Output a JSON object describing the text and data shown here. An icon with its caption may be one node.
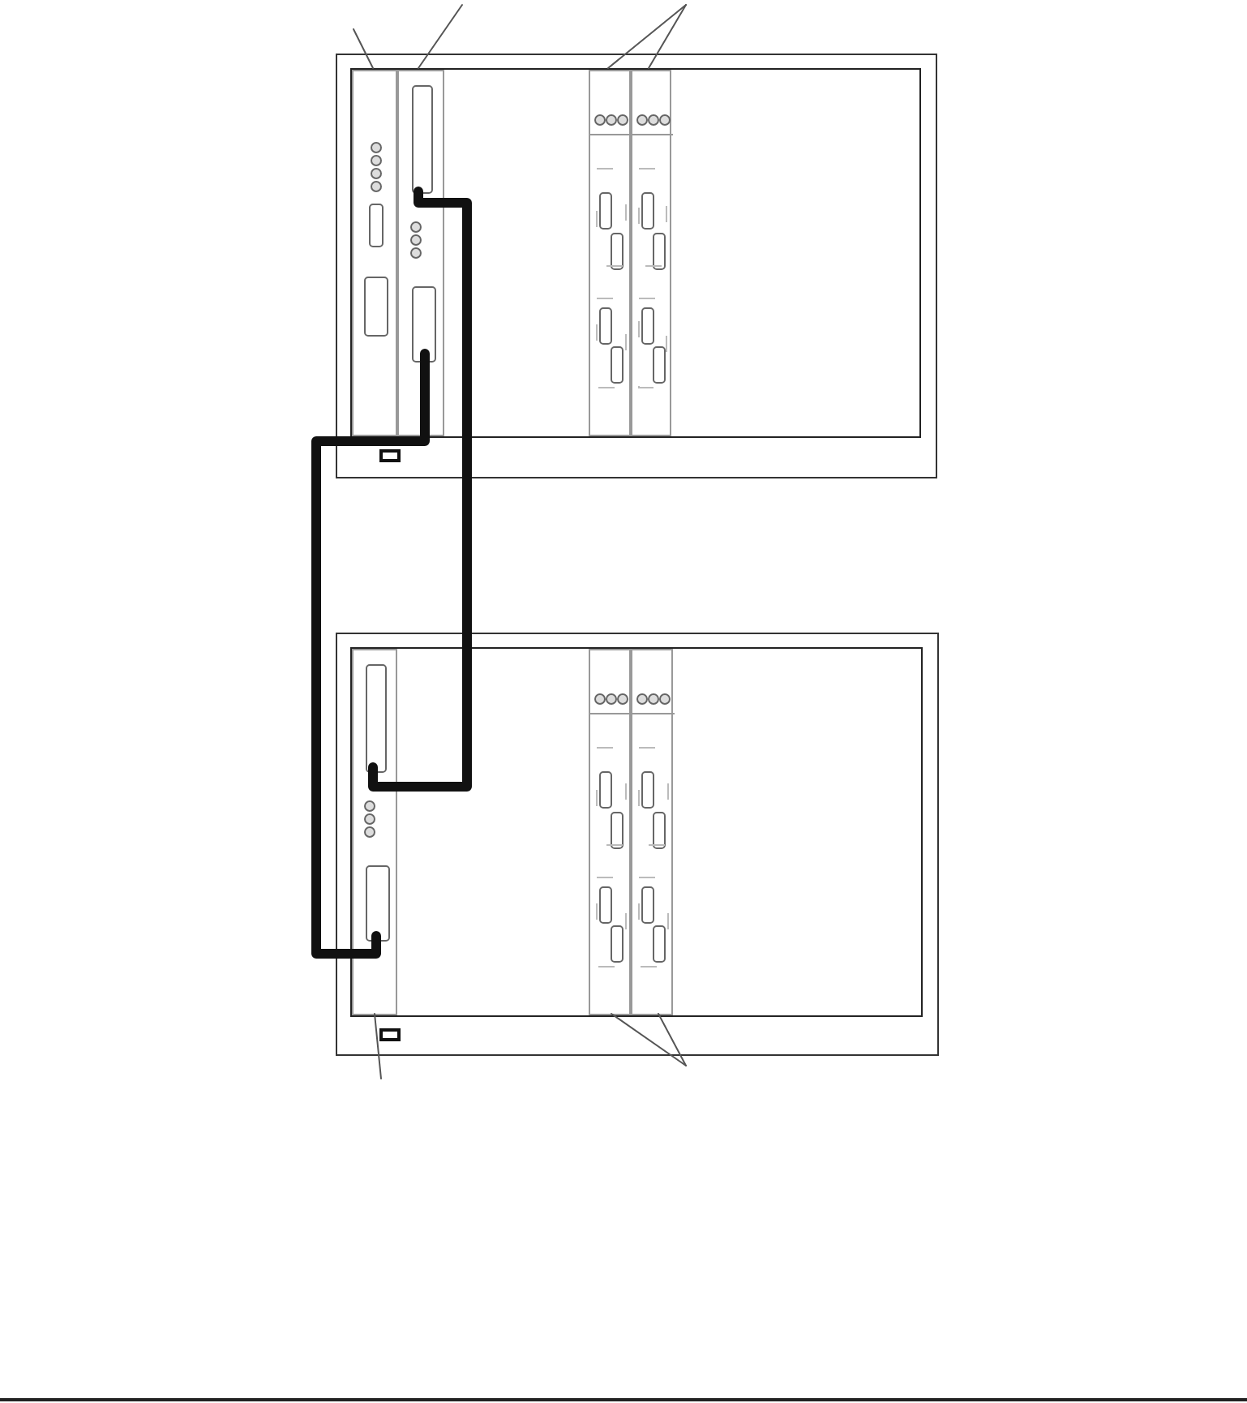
{
  "diagram": {
    "nodes": [
      {
        "text": [],
        "shape": "box"
      },
      {
        "text": [],
        "shape": "box",
        "in": 0
      },
      {
        "text": [],
        "shape": "box",
        "in": 0
      },
      {
        "text": [],
        "shape": "box",
        "in": 0
      },
      {
        "text": [],
        "shape": "box",
        "in": 0
      },
      {
        "text": [],
        "shape": "box"
      },
      {
        "text": [],
        "shape": "box",
        "in": 5
      },
      {
        "text": [],
        "shape": "box",
        "in": 5
      },
      {
        "text": [],
        "shape": "box",
        "in": 5
      }
    ],
    "edges": [
      {
        "from": 2,
        "to": 6,
        "arrow": "none",
        "style": "thick"
      },
      {
        "from": 2,
        "to": 6,
        "arrow": "none",
        "style": "thick"
      },
      {
        "from": null,
        "to": 1,
        "arrow": "none"
      },
      {
        "from": null,
        "to": 2,
        "arrow": "none"
      },
      {
        "from": null,
        "to": 3,
        "arrow": "none"
      },
      {
        "from": null,
        "to": 4,
        "arrow": "none"
      },
      {
        "from": null,
        "to": 6,
        "arrow": "none"
      },
      {
        "from": null,
        "to": 7,
        "arrow": "none"
      },
      {
        "from": null,
        "to": 8,
        "arrow": "none"
      }
    ]
  }
}
